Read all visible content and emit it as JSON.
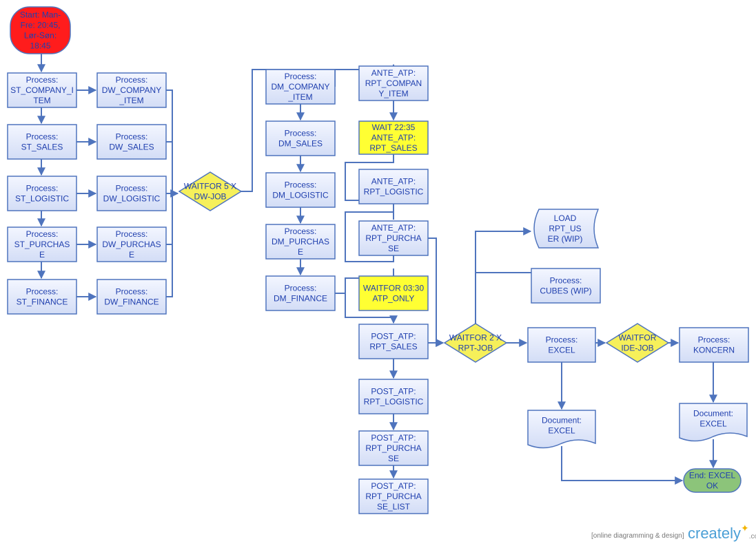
{
  "colors": {
    "box_fill": "#e3e9fb",
    "box_stroke": "#4f74bd",
    "text": "#1f3fae",
    "edge": "#4f74bd",
    "wait_fill": "#ffff33",
    "diamond_fill": "#f6f05a",
    "start_fill": "#ff1c1c",
    "end_fill": "#8cc47a"
  },
  "nodes": {
    "start": [
      "Start: Man-",
      "Fre: 20:45,",
      "Lør-Søn:",
      "18:45"
    ],
    "st_company_item": [
      "Process:",
      "ST_COMPANY_I",
      "TEM"
    ],
    "st_sales": [
      "Process:",
      "ST_SALES"
    ],
    "st_logistic": [
      "Process:",
      "ST_LOGISTIC"
    ],
    "st_purchase": [
      "Process:",
      "ST_PURCHAS",
      "E"
    ],
    "st_finance": [
      "Process:",
      "ST_FINANCE"
    ],
    "dw_company_item": [
      "Process:",
      "DW_COMPANY",
      "_ITEM"
    ],
    "dw_sales": [
      "Process:",
      "DW_SALES"
    ],
    "dw_logistic": [
      "Process:",
      "DW_LOGISTIC"
    ],
    "dw_purchase": [
      "Process:",
      "DW_PURCHAS",
      "E"
    ],
    "dw_finance": [
      "Process:",
      "DW_FINANCE"
    ],
    "waitfor_dw": [
      "WAITFOR 5 X",
      "DW-JOB"
    ],
    "dm_company_item": [
      "Process:",
      "DM_COMPANY",
      "_ITEM"
    ],
    "dm_sales": [
      "Process:",
      "DM_SALES"
    ],
    "dm_logistic": [
      "Process:",
      "DM_LOGISTIC"
    ],
    "dm_purchase": [
      "Process:",
      "DM_PURCHAS",
      "E"
    ],
    "dm_finance": [
      "Process:",
      "DM_FINANCE"
    ],
    "ante_company_item": [
      "ANTE_ATP:",
      "RPT_COMPAN",
      "Y_ITEM"
    ],
    "wait_2235": [
      "WAIT 22:35",
      "ANTE_ATP:",
      "RPT_SALES"
    ],
    "ante_logistic": [
      "ANTE_ATP:",
      "RPT_LOGISTIC"
    ],
    "ante_purchase": [
      "ANTE_ATP:",
      "RPT_PURCHA",
      "SE"
    ],
    "waitfor_0330": [
      "WAITFOR 03:30",
      "ATP_ONLY"
    ],
    "post_sales": [
      "POST_ATP:",
      "RPT_SALES"
    ],
    "post_logistic": [
      "POST_ATP:",
      "RPT_LOGISTIC"
    ],
    "post_purchase": [
      "POST_ATP:",
      "RPT_PURCHA",
      "SE"
    ],
    "post_purchase_list": [
      "POST_ATP:",
      "RPT_PURCHA",
      "SE_LIST"
    ],
    "waitfor_rpt": [
      "WAITFOR 2 X",
      "RPT-JOB"
    ],
    "load_rpt_user": [
      "LOAD",
      "RPT_US",
      "ER (WIP)"
    ],
    "cubes": [
      "Process:",
      "CUBES (WIP)"
    ],
    "excel_process": [
      "Process:",
      "EXCEL"
    ],
    "waitfor_ide": [
      "WAITFOR",
      "IDE-JOB"
    ],
    "koncern": [
      "Process:",
      "KONCERN"
    ],
    "doc_excel_left": [
      "Document:",
      "EXCEL"
    ],
    "doc_excel_right": [
      "Document:",
      "EXCEL"
    ],
    "end": [
      "End: EXCEL",
      "OK"
    ]
  },
  "footer": {
    "tagline": "[online diagramming & design]",
    "logo": "creately",
    "logo_suffix": ".com"
  }
}
